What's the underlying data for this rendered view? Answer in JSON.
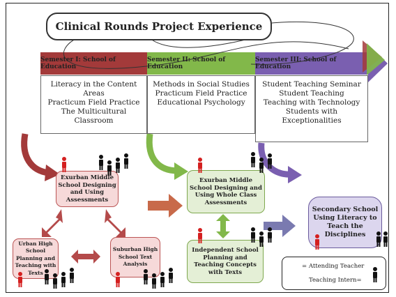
{
  "title": "Clinical Rounds Project Experience",
  "semesters": [
    {
      "header": "Semester I: School of Education",
      "courses": [
        "Literacy in the Content Areas",
        "Practicum Field Practice",
        "The Multicultural Classroom"
      ],
      "color": "#a33a3a"
    },
    {
      "header": "Semester II: School of Education",
      "courses": [
        "Methods in Social Studies",
        "Practicum Field Practice",
        "Educational Psychology"
      ],
      "color": "#7db340"
    },
    {
      "header": "Semester III: School of Education",
      "courses": [
        "Student Teaching Seminar",
        "Student Teaching",
        "Teaching with Technology",
        "Students with",
        "Exceptionalities"
      ],
      "color": "#7a5fb0"
    }
  ],
  "nodes": {
    "exurban_assess": "Exurban Middle School Designing and Using Assessments",
    "urban": "Urban High School Planning and Teaching with Texts",
    "suburban": "Suburban High School Text Analysis",
    "exurban_whole": "Exurban Middle School Designing and Using Whole Class Assessments",
    "independent": "Independent School Planning and Teaching Concepts with Texts",
    "secondary": "Secondary School Using Literacy to Teach the Disciplines"
  },
  "legend": {
    "attending": "= Attending Teacher",
    "intern": "Teaching Intern="
  },
  "colors": {
    "attending_teacher": "#d42020",
    "intern": "#111111"
  }
}
